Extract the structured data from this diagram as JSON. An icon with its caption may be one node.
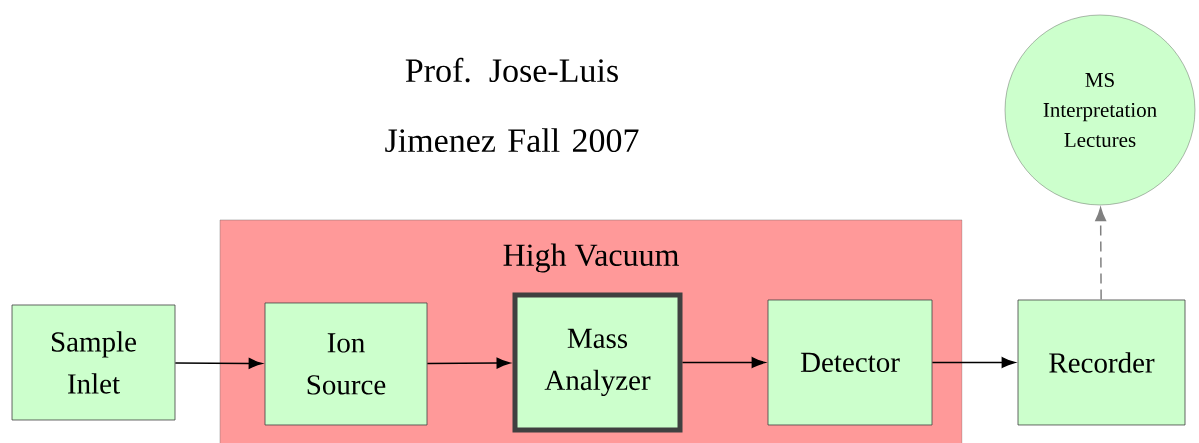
{
  "diagram": {
    "title": "Prof. Jose-Luis Jimenez Fall 2007",
    "nodes": [
      {
        "text": [
          "High Vacuum"
        ]
      },
      {
        "text": [
          "Sample Inlet"
        ]
      },
      {
        "text": [
          "Ion Source"
        ],
        "in": 0
      },
      {
        "text": [
          "Mass Analyzer"
        ],
        "in": 0
      },
      {
        "text": [
          "Detector"
        ],
        "in": 0
      },
      {
        "text": [
          "Recorder"
        ]
      },
      {
        "text": [
          "MS Interpretation Lectures"
        ]
      }
    ],
    "edges": [
      {
        "from": 1,
        "to": 2,
        "arrow": "to"
      },
      {
        "from": 2,
        "to": 3,
        "arrow": "to"
      },
      {
        "from": 3,
        "to": 4,
        "arrow": "to"
      },
      {
        "from": 4,
        "to": 5,
        "arrow": "to"
      },
      {
        "from": 5,
        "to": 6,
        "arrow": "to",
        "style": "dashed",
        "color": "#808080"
      }
    ]
  }
}
